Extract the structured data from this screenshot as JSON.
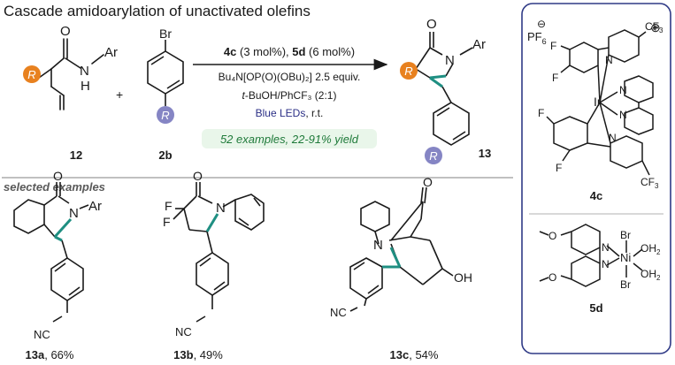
{
  "title": "Cascade amidoarylation of unactivated olefins",
  "colors": {
    "bond": "#1a1a1a",
    "new_bond": "#1f8f82",
    "r_orange": "#e8811f",
    "r_purple": "#8585c4",
    "blue_text": "#2b2f86",
    "yield_bg": "#e9f6ea",
    "panel_border": "#2f3a86",
    "divider": "#9a9a9a"
  },
  "scheme": {
    "substrate": {
      "r": "R",
      "amide_o": "O",
      "amide_n": "N",
      "amide_h": "H",
      "ar": "Ar",
      "label": "12"
    },
    "plus": "+",
    "arylbromide": {
      "br": "Br",
      "r": "R",
      "label": "2b"
    },
    "conditions": {
      "cat_4c": "4c",
      "cat_4c_load": "(3 mol%), ",
      "cat_5d": "5d",
      "cat_5d_load": "(6 mol%)",
      "base": "Bu₄N[OP(O)(OBu)₂] 2.5 equiv.",
      "solvent_a": "t",
      "solvent_b": "-BuOH/PhCF₃ (2:1)",
      "light": "Blue LEDs",
      "temp": ", r.t.",
      "scope": "52 examples, 22-91% yield"
    },
    "product": {
      "o": "O",
      "n": "N",
      "ar": "Ar",
      "r1": "R",
      "r2": "R",
      "label": "13"
    }
  },
  "examples": {
    "heading": "selected examples",
    "a": {
      "o": "O",
      "n": "N",
      "ar": "Ar",
      "nc": "NC",
      "label": "13a",
      "yield": ", 66%"
    },
    "b": {
      "o": "O",
      "n": "N",
      "f1": "F",
      "f2": "F",
      "nc": "NC",
      "label": "13b",
      "yield": ", 49%"
    },
    "c": {
      "o": "O",
      "n": "N",
      "oh": "OH",
      "nc": "NC",
      "label": "13c",
      "yield": ", 54%"
    }
  },
  "panel": {
    "c4": {
      "pf6": "PF",
      "pf6_sub": "6",
      "minus": "⊖",
      "plus": "⊕",
      "f": "F",
      "cf3": "CF",
      "cf3_sub": "3",
      "n": "N",
      "ir": "Ir",
      "label": "4c"
    },
    "d5": {
      "o": "O",
      "n": "N",
      "ni": "Ni",
      "br": "Br",
      "oh2": "OH",
      "oh2_sub": "2",
      "label": "5d"
    }
  }
}
